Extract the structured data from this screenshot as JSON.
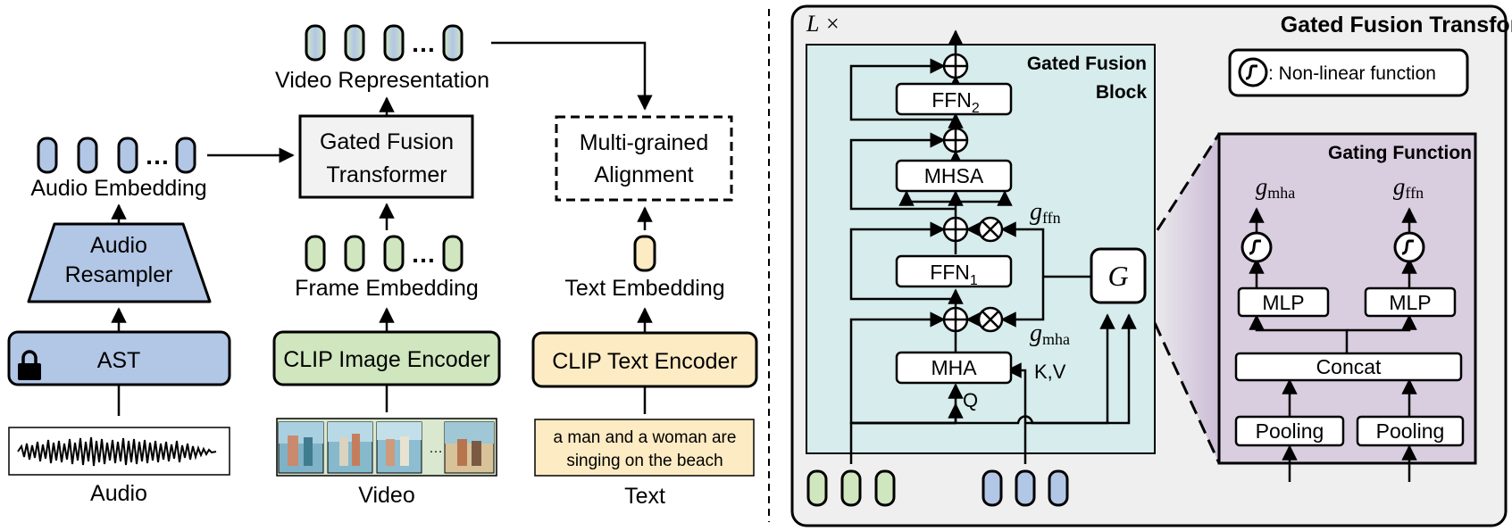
{
  "left": {
    "audio": {
      "input_label": "Audio",
      "encoder": "AST",
      "resampler_line1": "Audio",
      "resampler_line2": "Resampler",
      "embedding_label": "Audio Embedding"
    },
    "video": {
      "input_label": "Video",
      "encoder": "CLIP Image Encoder",
      "embedding_label": "Frame Embedding",
      "fusion_line1": "Gated Fusion",
      "fusion_line2": "Transformer",
      "representation_label": "Video Representation"
    },
    "text": {
      "input_line1": "a man and a woman are",
      "input_line2": "singing on the beach",
      "input_label": "Text",
      "encoder": "CLIP Text Encoder",
      "embedding_label": "Text Embedding",
      "alignment_line1": "Multi-grained",
      "alignment_line2": "Alignment"
    },
    "ellipsis": "…"
  },
  "right": {
    "title": "Gated Fusion Transformer",
    "repeat_L": "L",
    "repeat_times": "×",
    "legend_text": ": Non-linear function",
    "block_line1": "Gated Fusion",
    "block_line2": "Block",
    "ffn2_base": "FFN",
    "ffn2_sub": "2",
    "mhsa": "MHSA",
    "ffn1_base": "FFN",
    "ffn1_sub": "1",
    "mha": "MHA",
    "q_label": "Q",
    "kv_label": "K,V",
    "g_box": "G",
    "g_ffn_sym": "g",
    "g_ffn_sub": "ffn",
    "g_mha_sym": "g",
    "g_mha_sub": "mha",
    "gating": {
      "title": "Gating Function",
      "g_mha_sym": "g",
      "g_mha_sub": "mha",
      "g_ffn_sym": "g",
      "g_ffn_sub": "ffn",
      "mlp_left": "MLP",
      "mlp_right": "MLP",
      "concat": "Concat",
      "pool_left": "Pooling",
      "pool_right": "Pooling"
    }
  },
  "colors": {
    "audio_fill": "#b2c6e6",
    "frame_fill": "#cfe6be",
    "text_fill": "#fdebc3",
    "fusion_fill": "#f2f2f2",
    "block_fill": "#d7ecec",
    "panel_fill": "#efefef",
    "gating_fill": "#d9cde0"
  }
}
